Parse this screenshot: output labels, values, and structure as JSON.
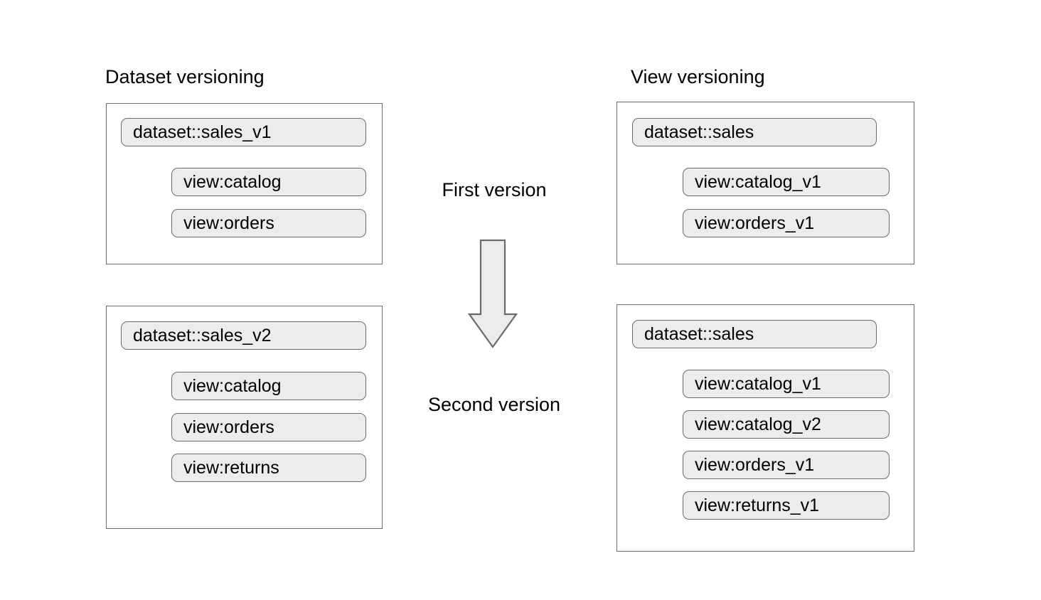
{
  "diagram": {
    "title": "Dataset versioning vs View versioning",
    "columns": [
      {
        "heading": "Dataset versioning",
        "groups": [
          {
            "stage": "First version",
            "dataset": "dataset::sales_v1",
            "views": [
              "view:catalog",
              "view:orders"
            ]
          },
          {
            "stage": "Second version",
            "dataset": "dataset::sales_v2",
            "views": [
              "view:catalog",
              "view:orders",
              "view:returns"
            ]
          }
        ]
      },
      {
        "heading": "View versioning",
        "groups": [
          {
            "stage": "First version",
            "dataset": "dataset::sales",
            "views": [
              "view:catalog_v1",
              "view:orders_v1"
            ]
          },
          {
            "stage": "Second version",
            "dataset": "dataset::sales",
            "views": [
              "view:catalog_v1",
              "view:catalog_v2",
              "view:orders_v1",
              "view:returns_v1"
            ]
          }
        ]
      }
    ],
    "center": {
      "first_label": "First version",
      "second_label": "Second version",
      "arrow_icon": "arrow-down-icon"
    },
    "colors": {
      "background": "#ffffff",
      "pill_fill": "#ececec",
      "pill_border": "#6b6b6b",
      "box_border": "#6b6b6b",
      "text": "#000000",
      "arrow_fill": "#ececec",
      "arrow_border": "#6b6b6b"
    }
  }
}
